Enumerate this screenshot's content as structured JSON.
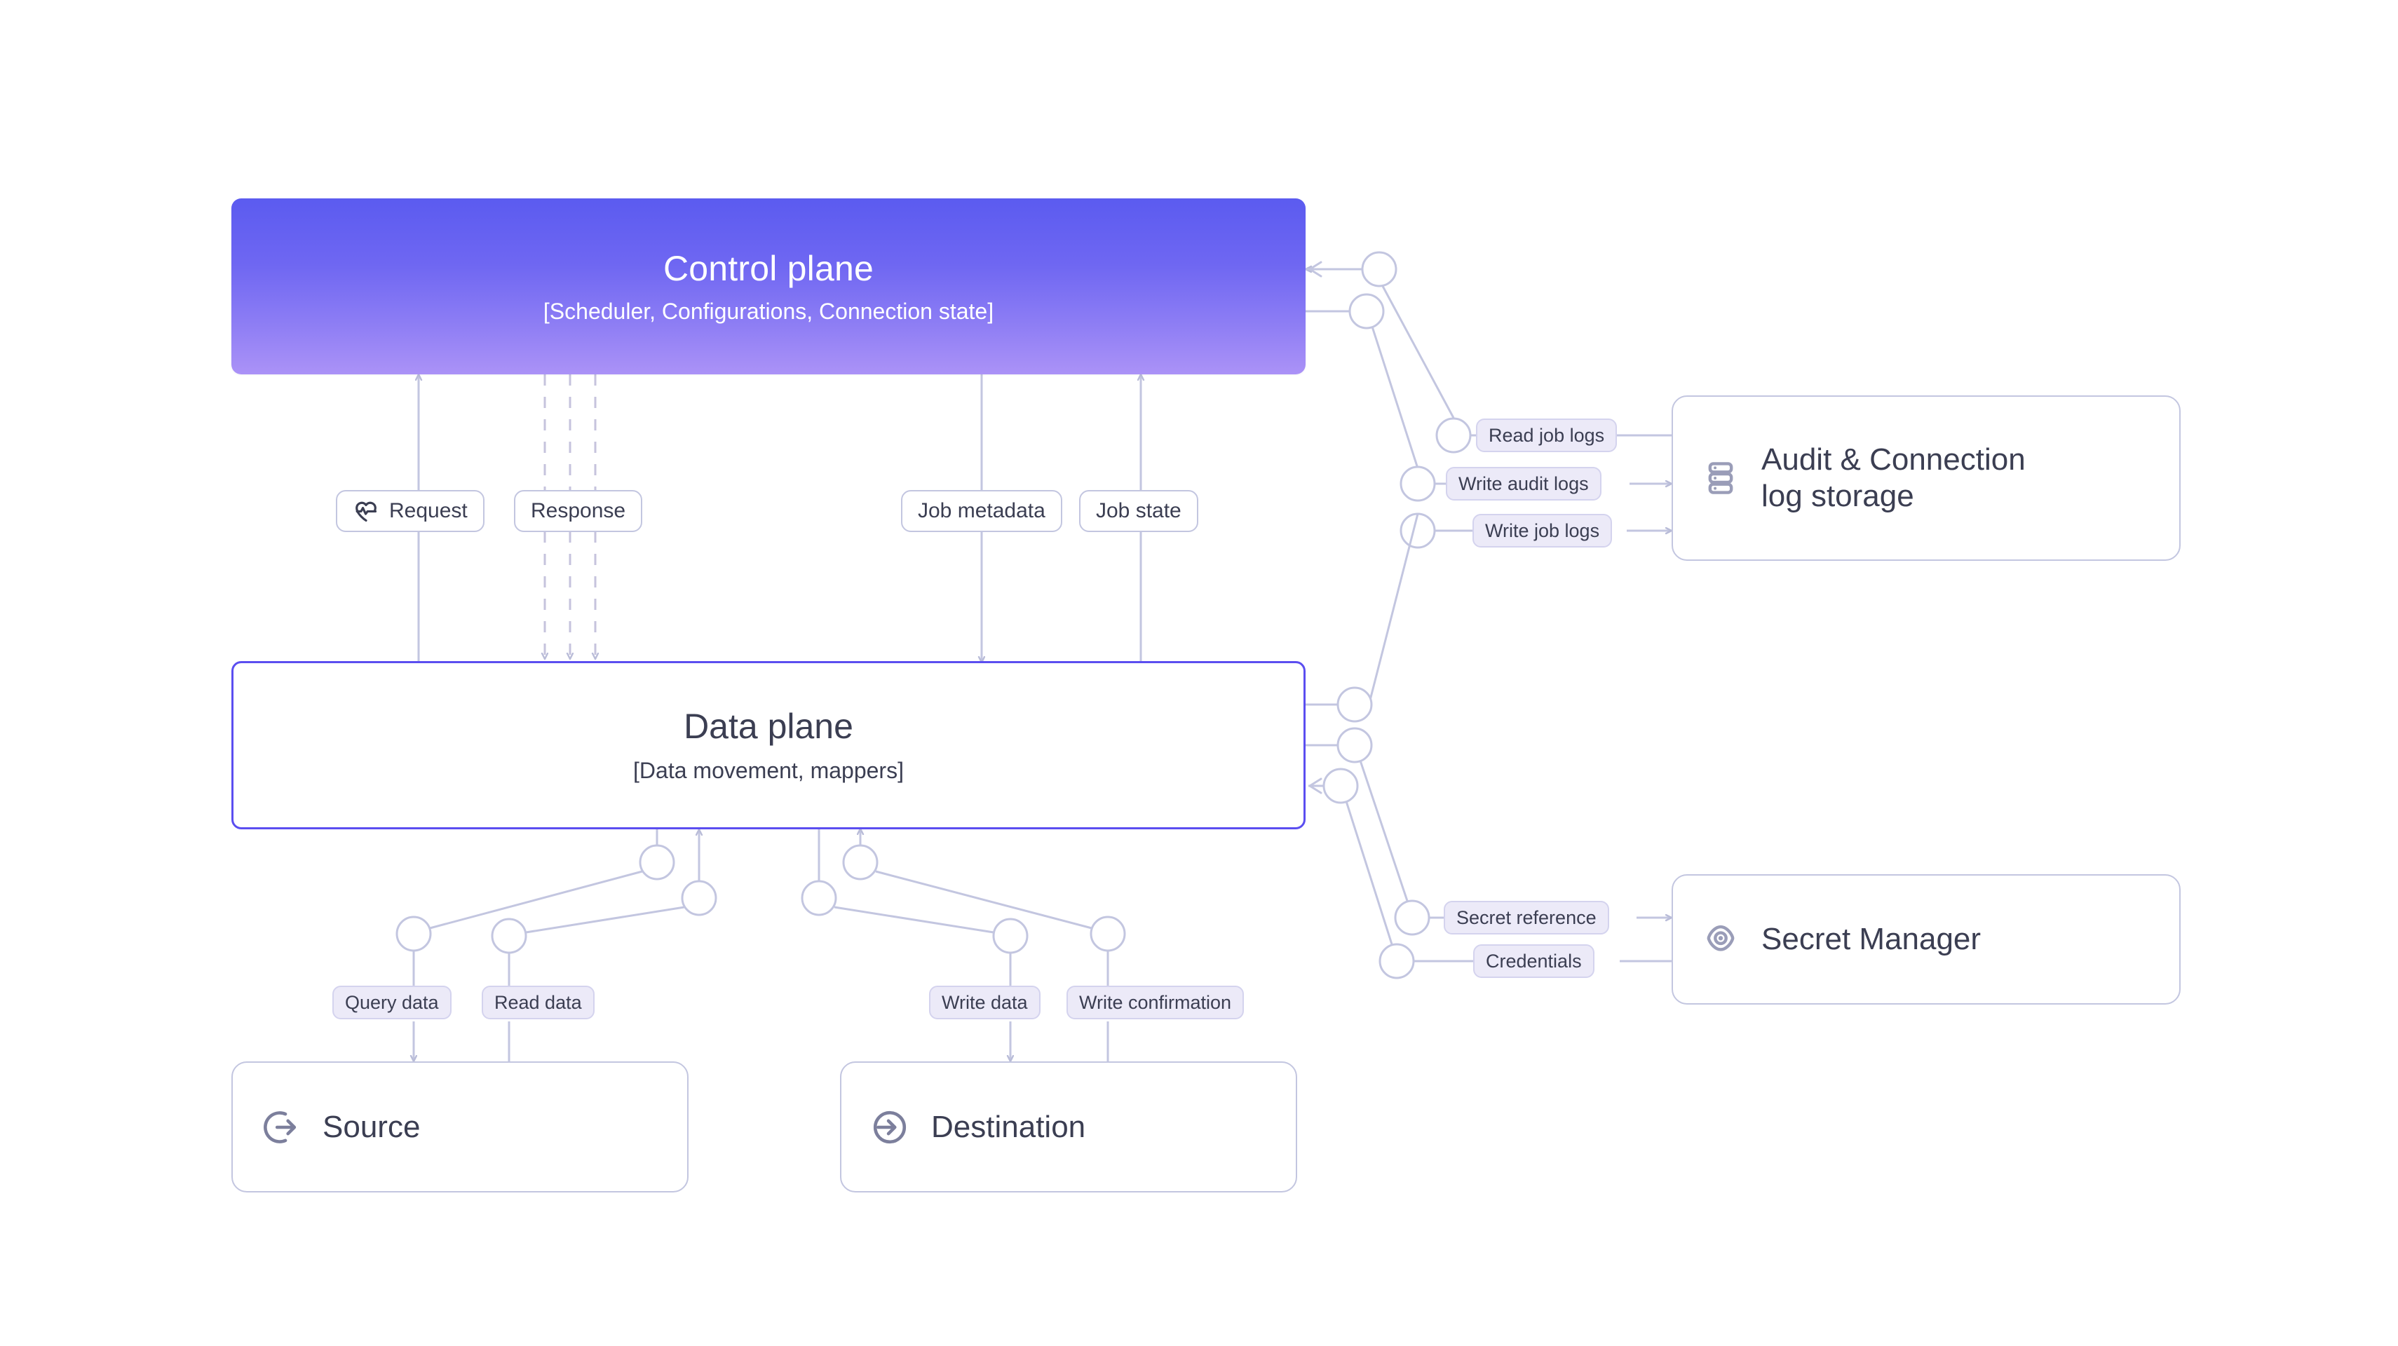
{
  "diagram": {
    "title": "Control plane / Data plane data movement architecture",
    "background": "#ffffff"
  },
  "colors": {
    "control_plane_gradient_top": "#5b5bf0",
    "control_plane_gradient_bottom": "#ab92f7",
    "data_plane_border": "#5b4ef0",
    "card_border": "#c3c6e0",
    "wire": "#c3c6e0",
    "pill_fill": "#eceaf8",
    "pill_fill_border": "#d4d3ee",
    "text": "#3b3e52",
    "control_plane_text": "#ffffff",
    "dashed_wire": "#c6c3dd"
  },
  "nodes": {
    "control_plane": {
      "title": "Control plane",
      "subtitle": "[Scheduler, Configurations, Connection state]"
    },
    "data_plane": {
      "title": "Data plane",
      "subtitle": "[Data movement, mappers]"
    },
    "source": {
      "label": "Source",
      "icon": "log-out-icon"
    },
    "destination": {
      "label": "Destination",
      "icon": "log-in-icon"
    },
    "audit_log_storage": {
      "label_line_1": "Audit & Connection",
      "label_line_2": "log storage",
      "icon": "database-server-icon"
    },
    "secret_manager": {
      "label": "Secret Manager",
      "icon": "eye-key-icon"
    }
  },
  "edge_labels": {
    "request": {
      "text": "Request",
      "icon": "heart-pulse-icon",
      "style": "outline"
    },
    "response": {
      "text": "Response",
      "style": "outline"
    },
    "job_metadata": {
      "text": "Job metadata",
      "style": "outline"
    },
    "job_state": {
      "text": "Job state",
      "style": "outline"
    },
    "query_data": {
      "text": "Query data",
      "style": "filled"
    },
    "read_data": {
      "text": "Read data",
      "style": "filled"
    },
    "write_data": {
      "text": "Write data",
      "style": "filled"
    },
    "write_confirmation": {
      "text": "Write confirmation",
      "style": "filled"
    },
    "read_job_logs": {
      "text": "Read job logs",
      "style": "filled"
    },
    "write_audit_logs": {
      "text": "Write audit logs",
      "style": "filled"
    },
    "write_job_logs": {
      "text": "Write job logs",
      "style": "filled"
    },
    "secret_reference": {
      "text": "Secret reference",
      "style": "filled"
    },
    "credentials": {
      "text": "Credentials",
      "style": "filled"
    }
  },
  "connections": [
    {
      "from": "data_plane",
      "to": "control_plane",
      "label": "Request",
      "line": "solid",
      "arrow": "up"
    },
    {
      "from": "control_plane",
      "to": "data_plane",
      "label": "Response",
      "line": "dashed",
      "arrow": "down",
      "strands": 3
    },
    {
      "from": "control_plane",
      "to": "data_plane",
      "label": "Job metadata",
      "line": "solid",
      "arrow": "down"
    },
    {
      "from": "data_plane",
      "to": "control_plane",
      "label": "Job state",
      "line": "solid",
      "arrow": "up"
    },
    {
      "from": "data_plane",
      "to": "source",
      "label": "Query data",
      "line": "solid",
      "arrow": "down"
    },
    {
      "from": "source",
      "to": "data_plane",
      "label": "Read data",
      "line": "solid",
      "arrow": "up"
    },
    {
      "from": "data_plane",
      "to": "destination",
      "label": "Write data",
      "line": "solid",
      "arrow": "down"
    },
    {
      "from": "destination",
      "to": "data_plane",
      "label": "Write confirmation",
      "line": "solid",
      "arrow": "up"
    },
    {
      "from": "audit_log_storage",
      "to": "control_plane",
      "label": "Read job logs",
      "line": "solid",
      "arrow": "left"
    },
    {
      "from": "control_plane",
      "to": "audit_log_storage",
      "label": "Write audit logs",
      "line": "solid",
      "arrow": "right"
    },
    {
      "from": "data_plane",
      "to": "audit_log_storage",
      "label": "Write job logs",
      "line": "solid",
      "arrow": "right"
    },
    {
      "from": "data_plane",
      "to": "secret_manager",
      "label": "Secret reference",
      "line": "solid",
      "arrow": "right"
    },
    {
      "from": "secret_manager",
      "to": "data_plane",
      "label": "Credentials",
      "line": "solid",
      "arrow": "left"
    }
  ]
}
